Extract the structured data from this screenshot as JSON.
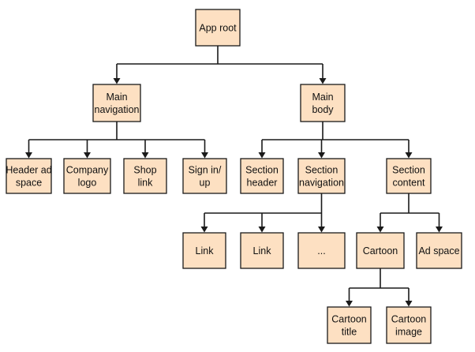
{
  "diagram": {
    "type": "tree",
    "nodes": [
      {
        "id": "app-root",
        "lines": [
          "App root"
        ]
      },
      {
        "id": "main-navigation",
        "lines": [
          "Main",
          "navigation"
        ]
      },
      {
        "id": "main-body",
        "lines": [
          "Main",
          "body"
        ]
      },
      {
        "id": "header-ad-space",
        "lines": [
          "Header ad",
          "space"
        ]
      },
      {
        "id": "company-logo",
        "lines": [
          "Company",
          "logo"
        ]
      },
      {
        "id": "shop-link",
        "lines": [
          "Shop",
          "link"
        ]
      },
      {
        "id": "sign-in-up",
        "lines": [
          "Sign in/",
          "up"
        ]
      },
      {
        "id": "section-header",
        "lines": [
          "Section",
          "header"
        ]
      },
      {
        "id": "section-navigation",
        "lines": [
          "Section",
          "navigation"
        ]
      },
      {
        "id": "section-content",
        "lines": [
          "Section",
          "content"
        ]
      },
      {
        "id": "link-1",
        "lines": [
          "Link"
        ]
      },
      {
        "id": "link-2",
        "lines": [
          "Link"
        ]
      },
      {
        "id": "ellipsis",
        "lines": [
          "..."
        ]
      },
      {
        "id": "cartoon",
        "lines": [
          "Cartoon"
        ]
      },
      {
        "id": "ad-space",
        "lines": [
          "Ad space"
        ]
      },
      {
        "id": "cartoon-title",
        "lines": [
          "Cartoon",
          "title"
        ]
      },
      {
        "id": "cartoon-image",
        "lines": [
          "Cartoon",
          "image"
        ]
      }
    ],
    "edges": [
      {
        "from": "app-root",
        "to": [
          "main-navigation",
          "main-body"
        ]
      },
      {
        "from": "main-navigation",
        "to": [
          "header-ad-space",
          "company-logo",
          "shop-link",
          "sign-in-up"
        ]
      },
      {
        "from": "main-body",
        "to": [
          "section-header",
          "section-navigation",
          "section-content"
        ]
      },
      {
        "from": "section-navigation",
        "to": [
          "link-1",
          "link-2",
          "ellipsis"
        ]
      },
      {
        "from": "section-content",
        "to": [
          "cartoon",
          "ad-space"
        ]
      },
      {
        "from": "cartoon",
        "to": [
          "cartoon-title",
          "cartoon-image"
        ]
      }
    ]
  }
}
